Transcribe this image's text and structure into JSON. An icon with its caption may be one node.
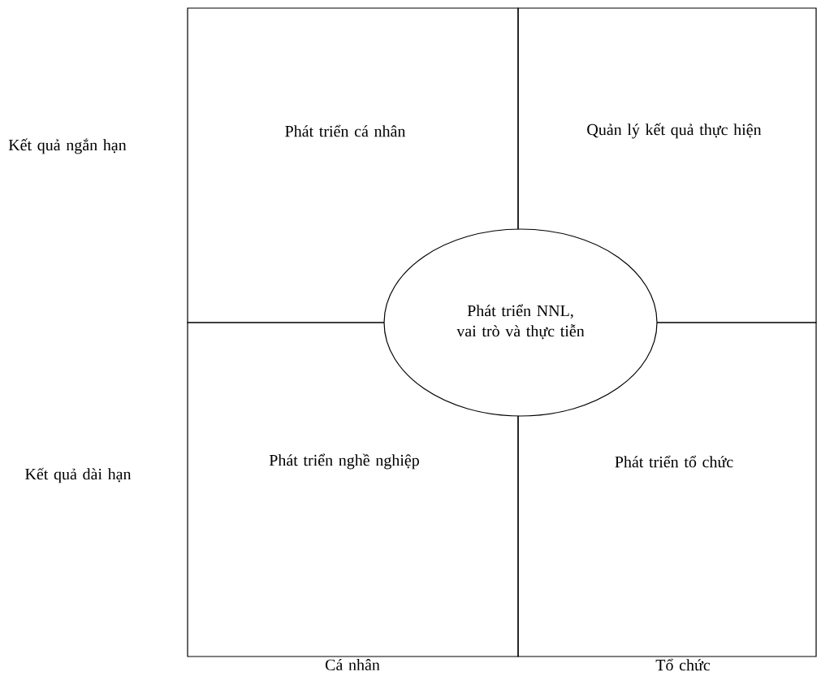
{
  "diagram": {
    "nodes": [
      {
        "text": [
          "Phát triển cá nhân"
        ]
      },
      {
        "text": [
          "Quản lý kết quả thực hiện"
        ]
      },
      {
        "text": [
          "Phát triển NNL, vai trò và thực tiễn"
        ]
      },
      {
        "text": [
          "Phát triển nghề nghiệp"
        ]
      },
      {
        "text": [
          "Phát triển tổ chức"
        ]
      }
    ],
    "labels": [
      "Kết quả ngắn hạn",
      "Kết quả dài hạn",
      "Cá nhân",
      "Tổ chức"
    ]
  }
}
